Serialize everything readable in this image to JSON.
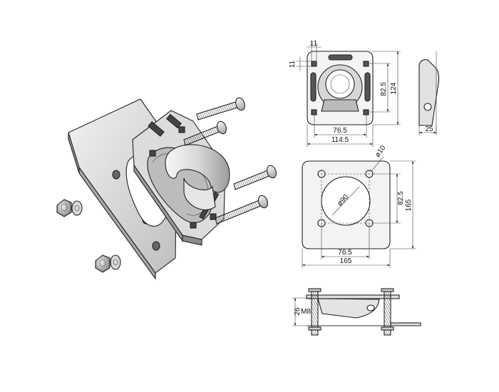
{
  "top_view": {
    "dim_hole_x": "11",
    "dim_hole_y": "11",
    "dim_hole_spacing_v": "82.5",
    "dim_height": "124",
    "dim_hole_spacing_h": "76.5",
    "dim_width": "114.5"
  },
  "side_view": {
    "dim_depth": "25"
  },
  "back_plate": {
    "dim_hole_dia": "ø10",
    "dim_center_dia": "ø90",
    "dim_hole_spacing_v": "82.5",
    "dim_height": "165",
    "dim_hole_spacing_h": "76.5",
    "dim_width": "165"
  },
  "section_view": {
    "dim_height": "26",
    "dim_thread": "M8"
  },
  "colors": {
    "metal_light": "#e8e8e8",
    "metal_mid": "#c9c9c9",
    "metal_dark": "#8a8a8a",
    "line": "#222222"
  }
}
